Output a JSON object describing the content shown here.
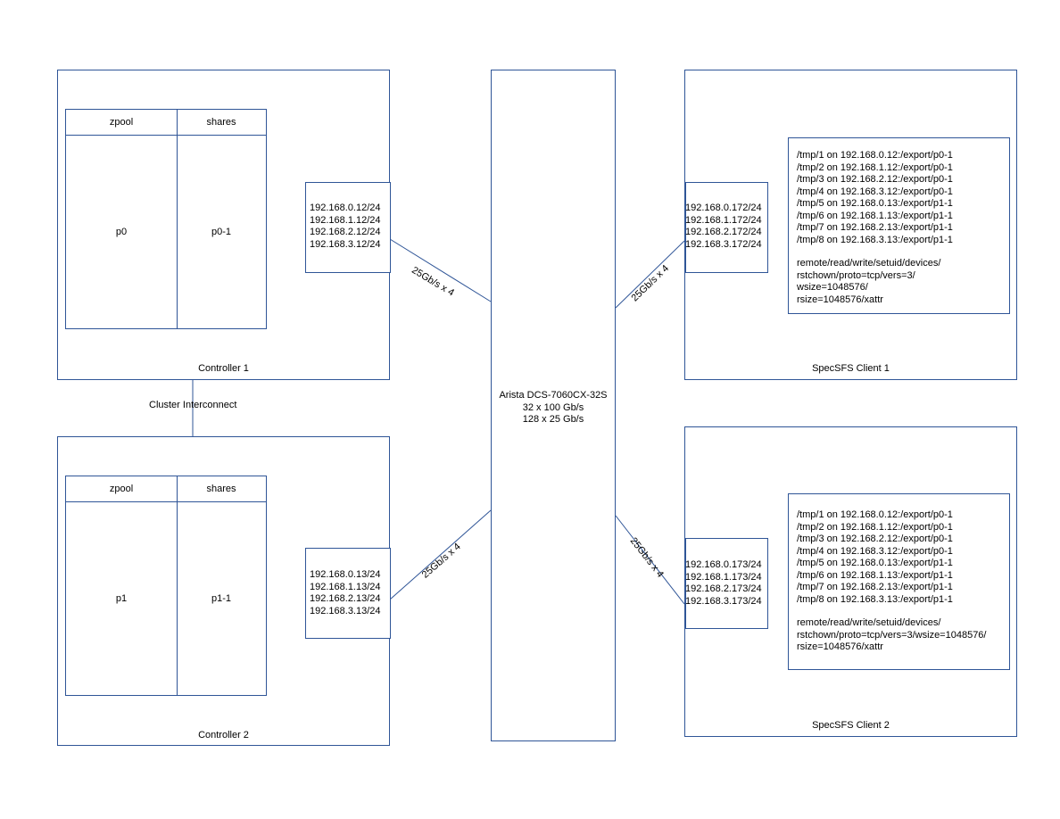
{
  "controller1": {
    "label": "Controller 1",
    "zpool_header": "zpool",
    "shares_header": "shares",
    "pool": "p0",
    "share": "p0-1",
    "ips": [
      "192.168.0.12/24",
      "192.168.1.12/24",
      "192.168.2.12/24",
      "192.168.3.12/24"
    ]
  },
  "controller2": {
    "label": "Controller 2",
    "zpool_header": "zpool",
    "shares_header": "shares",
    "pool": "p1",
    "share": "p1-1",
    "ips": [
      "192.168.0.13/24",
      "192.168.1.13/24",
      "192.168.2.13/24",
      "192.168.3.13/24"
    ]
  },
  "interconnect": {
    "label": "Cluster Interconnect"
  },
  "switch": {
    "name": "Arista DCS-7060CX-32S",
    "ports_100": "32 x 100 Gb/s",
    "ports_25": "128 x 25 Gb/s"
  },
  "links": {
    "c1": "25Gb/s x 4",
    "c2": "25Gb/s x 4",
    "s1": "25Gb/s x 4",
    "s2": "25Gb/s x 4"
  },
  "client1": {
    "label": "SpecSFS Client 1",
    "ips": [
      "192.168.0.172/24",
      "192.168.1.172/24",
      "192.168.2.172/24",
      "192.168.3.172/24"
    ],
    "mounts": [
      "/tmp/1 on 192.168.0.12:/export/p0-1",
      "/tmp/2 on 192.168.1.12:/export/p0-1",
      "/tmp/3 on 192.168.2.12:/export/p0-1",
      "/tmp/4 on 192.168.3.12:/export/p0-1",
      "/tmp/5 on 192.168.0.13:/export/p1-1",
      "/tmp/6 on 192.168.1.13:/export/p1-1",
      "/tmp/7 on 192.168.2.13:/export/p1-1",
      "/tmp/8 on 192.168.3.13:/export/p1-1"
    ],
    "options": [
      "remote/read/write/setuid/devices/",
      "rstchown/proto=tcp/vers=3/",
      "wsize=1048576/",
      "rsize=1048576/xattr"
    ]
  },
  "client2": {
    "label": "SpecSFS Client 2",
    "ips": [
      "192.168.0.173/24",
      "192.168.1.173/24",
      "192.168.2.173/24",
      "192.168.3.173/24"
    ],
    "mounts": [
      "/tmp/1 on 192.168.0.12:/export/p0-1",
      "/tmp/2 on 192.168.1.12:/export/p0-1",
      "/tmp/3 on 192.168.2.12:/export/p0-1",
      "/tmp/4 on 192.168.3.12:/export/p0-1",
      "/tmp/5 on 192.168.0.13:/export/p1-1",
      "/tmp/6 on 192.168.1.13:/export/p1-1",
      "/tmp/7 on 192.168.2.13:/export/p1-1",
      "/tmp/8 on 192.168.3.13:/export/p1-1"
    ],
    "options": [
      "remote/read/write/setuid/devices/",
      "rstchown/proto=tcp/vers=3/wsize=1048576/",
      "rsize=1048576/xattr"
    ]
  }
}
